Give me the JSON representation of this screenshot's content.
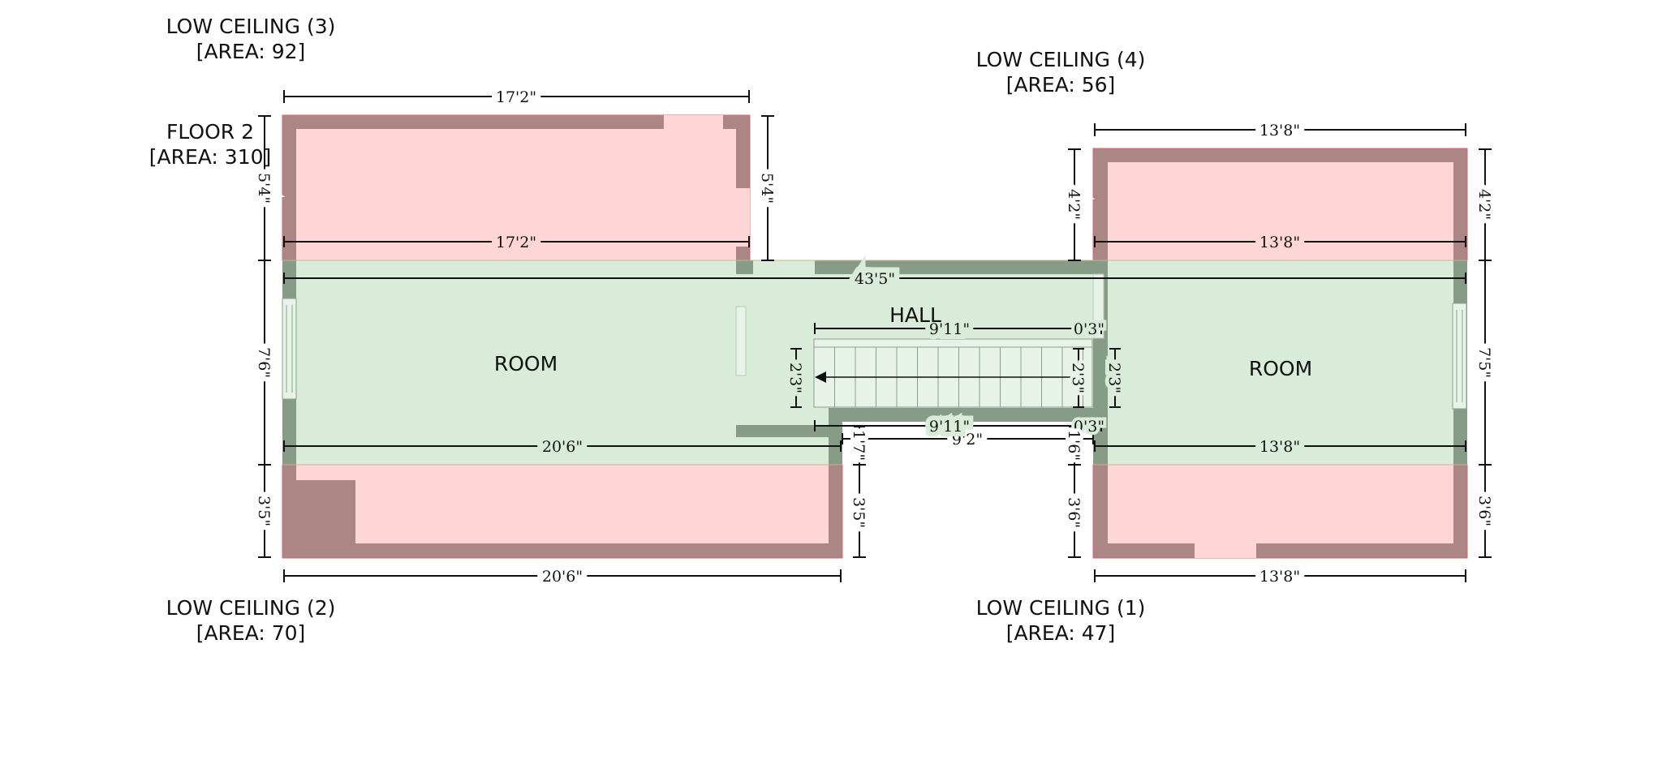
{
  "colors": {
    "low_fill": "#ffd6d6",
    "low_wall": "#ac8585",
    "room_fill": "#d9ecd9",
    "room_wall": "#879c86",
    "outline": "#d36a6a",
    "stair_fill": "#e8f3e8",
    "stair_line": "#8a9c8a",
    "dim_line": "#111111",
    "text": "#111111"
  },
  "labels": {
    "floor": {
      "name": "FLOOR 2",
      "area": "[AREA: 310]"
    },
    "low_ceiling_3": {
      "name": "LOW CEILING (3)",
      "area": "[AREA: 92]"
    },
    "low_ceiling_4": {
      "name": "LOW CEILING (4)",
      "area": "[AREA: 56]"
    },
    "low_ceiling_2": {
      "name": "LOW CEILING (2)",
      "area": "[AREA: 70]"
    },
    "low_ceiling_1": {
      "name": "LOW CEILING (1)",
      "area": "[AREA: 47]"
    },
    "room_left": "ROOM",
    "room_right": "ROOM",
    "hall": "HALL"
  },
  "dimensions": {
    "lc3_width_top": "17'2\"",
    "lc3_width_bottom": "17'2\"",
    "lc3_height_left": "5'4\"",
    "lc3_height_right": "5'4\"",
    "lc4_width_top": "13'8\"",
    "lc4_width_bottom": "13'8\"",
    "lc4_height_left": "4'2\"",
    "lc4_height_right": "4'2\"",
    "total_width": "43'5\"",
    "room_left_height": "7'6\"",
    "room_right_height": "7'5\"",
    "room_left_width": "20'6\"",
    "room_right_width": "13'8\"",
    "stair_top": "9'11\"",
    "stair_top_small": "0'3\"",
    "stair_bottom": "9'11\"",
    "stair_bottom_small": "0'3\"",
    "stair_height_left": "2'3\"",
    "stair_height_mid": "2'3\"",
    "stair_height_right": "2'3\"",
    "hall_bottom_width": "9'2\"",
    "hall_offset_left": "1'7\"",
    "hall_offset_right": "1'6\"",
    "lc2_height_left": "3'5\"",
    "lc2_height_right": "3'5\"",
    "lc2_width_bottom": "20'6\"",
    "lc1_height_left": "3'6\"",
    "lc1_height_right": "3'6\"",
    "lc1_width_bottom": "13'8\""
  }
}
